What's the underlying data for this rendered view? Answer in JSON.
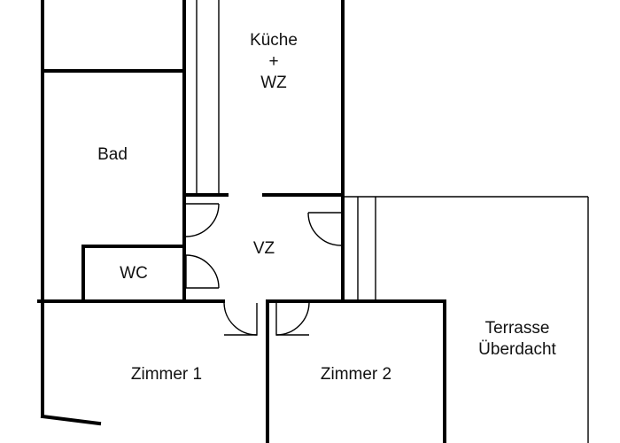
{
  "rooms": {
    "kitchen": {
      "line1": "Küche",
      "line2": "+",
      "line3": "WZ"
    },
    "bath": {
      "label": "Bad"
    },
    "wc": {
      "label": "WC"
    },
    "hall": {
      "label": "VZ"
    },
    "room1": {
      "label": "Zimmer 1"
    },
    "room2": {
      "label": "Zimmer 2"
    },
    "terrace": {
      "line1": "Terrasse",
      "line2": "Überdacht"
    }
  },
  "colors": {
    "walls": "#000000",
    "background": "#ffffff"
  }
}
